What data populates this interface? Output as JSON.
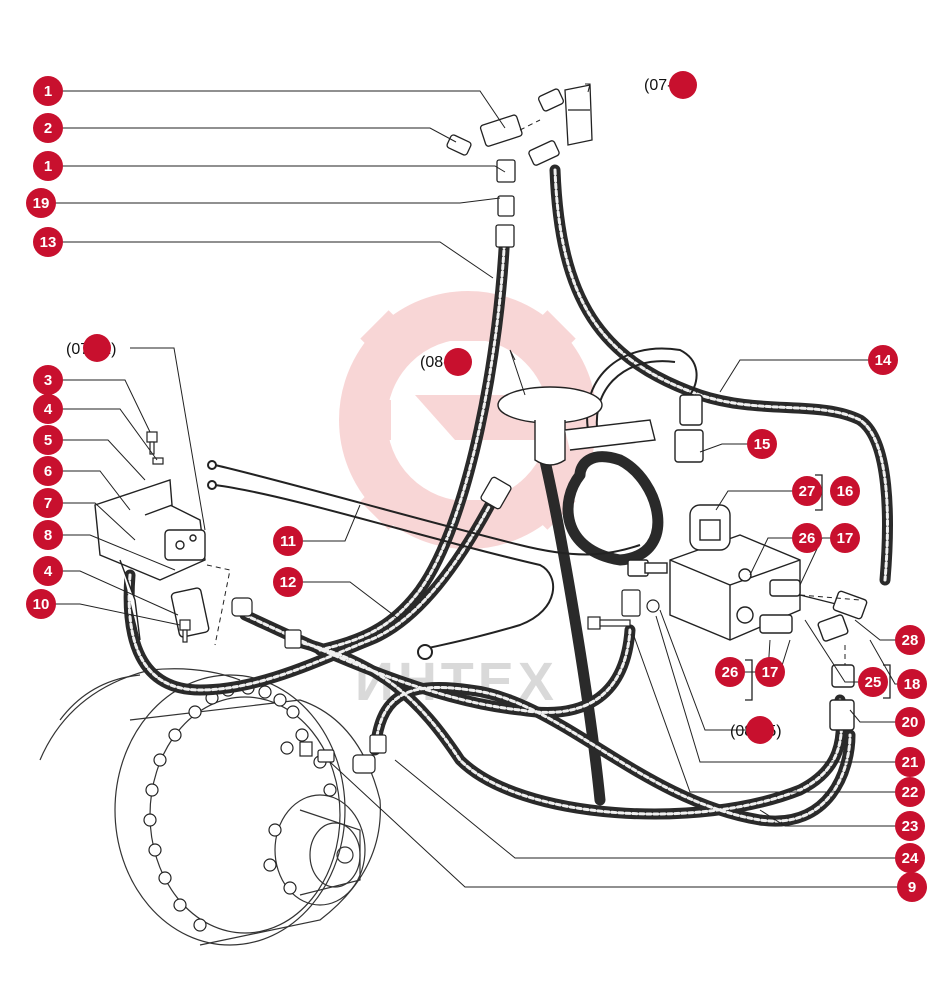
{
  "diagram": {
    "callout_color": "#c8102e",
    "leader_color": "#222222",
    "hose_color": "#2a2a2a",
    "watermark_color": "#f4b6b6",
    "watermark_text": "ИНТЕХ",
    "callouts": [
      {
        "id": "c1a",
        "label": "1"
      },
      {
        "id": "c2",
        "label": "2"
      },
      {
        "id": "c1b",
        "label": "1"
      },
      {
        "id": "c19",
        "label": "19"
      },
      {
        "id": "c13",
        "label": "13"
      },
      {
        "id": "c3",
        "label": "3"
      },
      {
        "id": "c4a",
        "label": "4"
      },
      {
        "id": "c5",
        "label": "5"
      },
      {
        "id": "c6",
        "label": "6"
      },
      {
        "id": "c7",
        "label": "7"
      },
      {
        "id": "c8",
        "label": "8"
      },
      {
        "id": "c4b",
        "label": "4"
      },
      {
        "id": "c10",
        "label": "10"
      },
      {
        "id": "c11",
        "label": "11"
      },
      {
        "id": "c12",
        "label": "12"
      },
      {
        "id": "c14",
        "label": "14"
      },
      {
        "id": "c15",
        "label": "15"
      },
      {
        "id": "c27",
        "label": "27"
      },
      {
        "id": "c16",
        "label": "16"
      },
      {
        "id": "c26a",
        "label": "26"
      },
      {
        "id": "c17a",
        "label": "17"
      },
      {
        "id": "c28",
        "label": "28"
      },
      {
        "id": "c26b",
        "label": "26"
      },
      {
        "id": "c17b",
        "label": "17"
      },
      {
        "id": "c25",
        "label": "25"
      },
      {
        "id": "c18",
        "label": "18"
      },
      {
        "id": "c20",
        "label": "20"
      },
      {
        "id": "c21",
        "label": "21"
      },
      {
        "id": "c22",
        "label": "22"
      },
      {
        "id": "c23",
        "label": "23"
      },
      {
        "id": "c24",
        "label": "24"
      },
      {
        "id": "c9",
        "label": "9"
      }
    ],
    "references": [
      {
        "id": "r0708",
        "label": "(07-08)"
      },
      {
        "id": "r0711",
        "label": "(07-11)"
      },
      {
        "id": "r0801",
        "label": "(08-01)"
      },
      {
        "id": "r0835",
        "label": "(08-35)"
      }
    ]
  }
}
